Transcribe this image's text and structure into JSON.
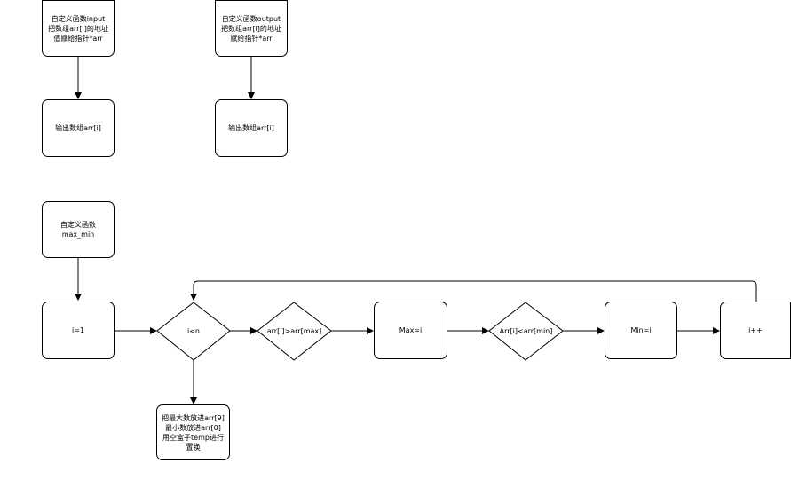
{
  "nodes": {
    "input_func": {
      "lines": [
        "自定义函数input",
        "把数组arr[i]的地址",
        "值赋给指针*arr"
      ]
    },
    "output_func": {
      "lines": [
        "自定义函数output",
        "把数组arr[i]的地址",
        "赋给指针*arr"
      ]
    },
    "print_arr_1": {
      "lines": [
        "输出数组arr[i]"
      ]
    },
    "print_arr_2": {
      "lines": [
        "输出数组arr[i]"
      ]
    },
    "maxmin_func": {
      "lines": [
        "自定义函数",
        "max_min"
      ]
    },
    "init_i": {
      "lines": [
        "i=1"
      ]
    },
    "cond_i_lt_n": {
      "lines": [
        "i<n"
      ]
    },
    "cond_gt_max": {
      "lines": [
        "arr[i]>arr[max]"
      ]
    },
    "set_max": {
      "lines": [
        "Max=i"
      ]
    },
    "cond_lt_min": {
      "lines": [
        "Arr[i]<arr[min]"
      ]
    },
    "set_min": {
      "lines": [
        "Min=i"
      ]
    },
    "increment": {
      "lines": [
        "i++"
      ]
    },
    "swap_result": {
      "lines": [
        "把最大数放进arr[9]",
        "最小数放进arr[0]",
        "用空盒子temp进行",
        "置换"
      ]
    }
  },
  "colors": {
    "stroke": "#000000",
    "fill": "#ffffff",
    "text": "#000000"
  }
}
